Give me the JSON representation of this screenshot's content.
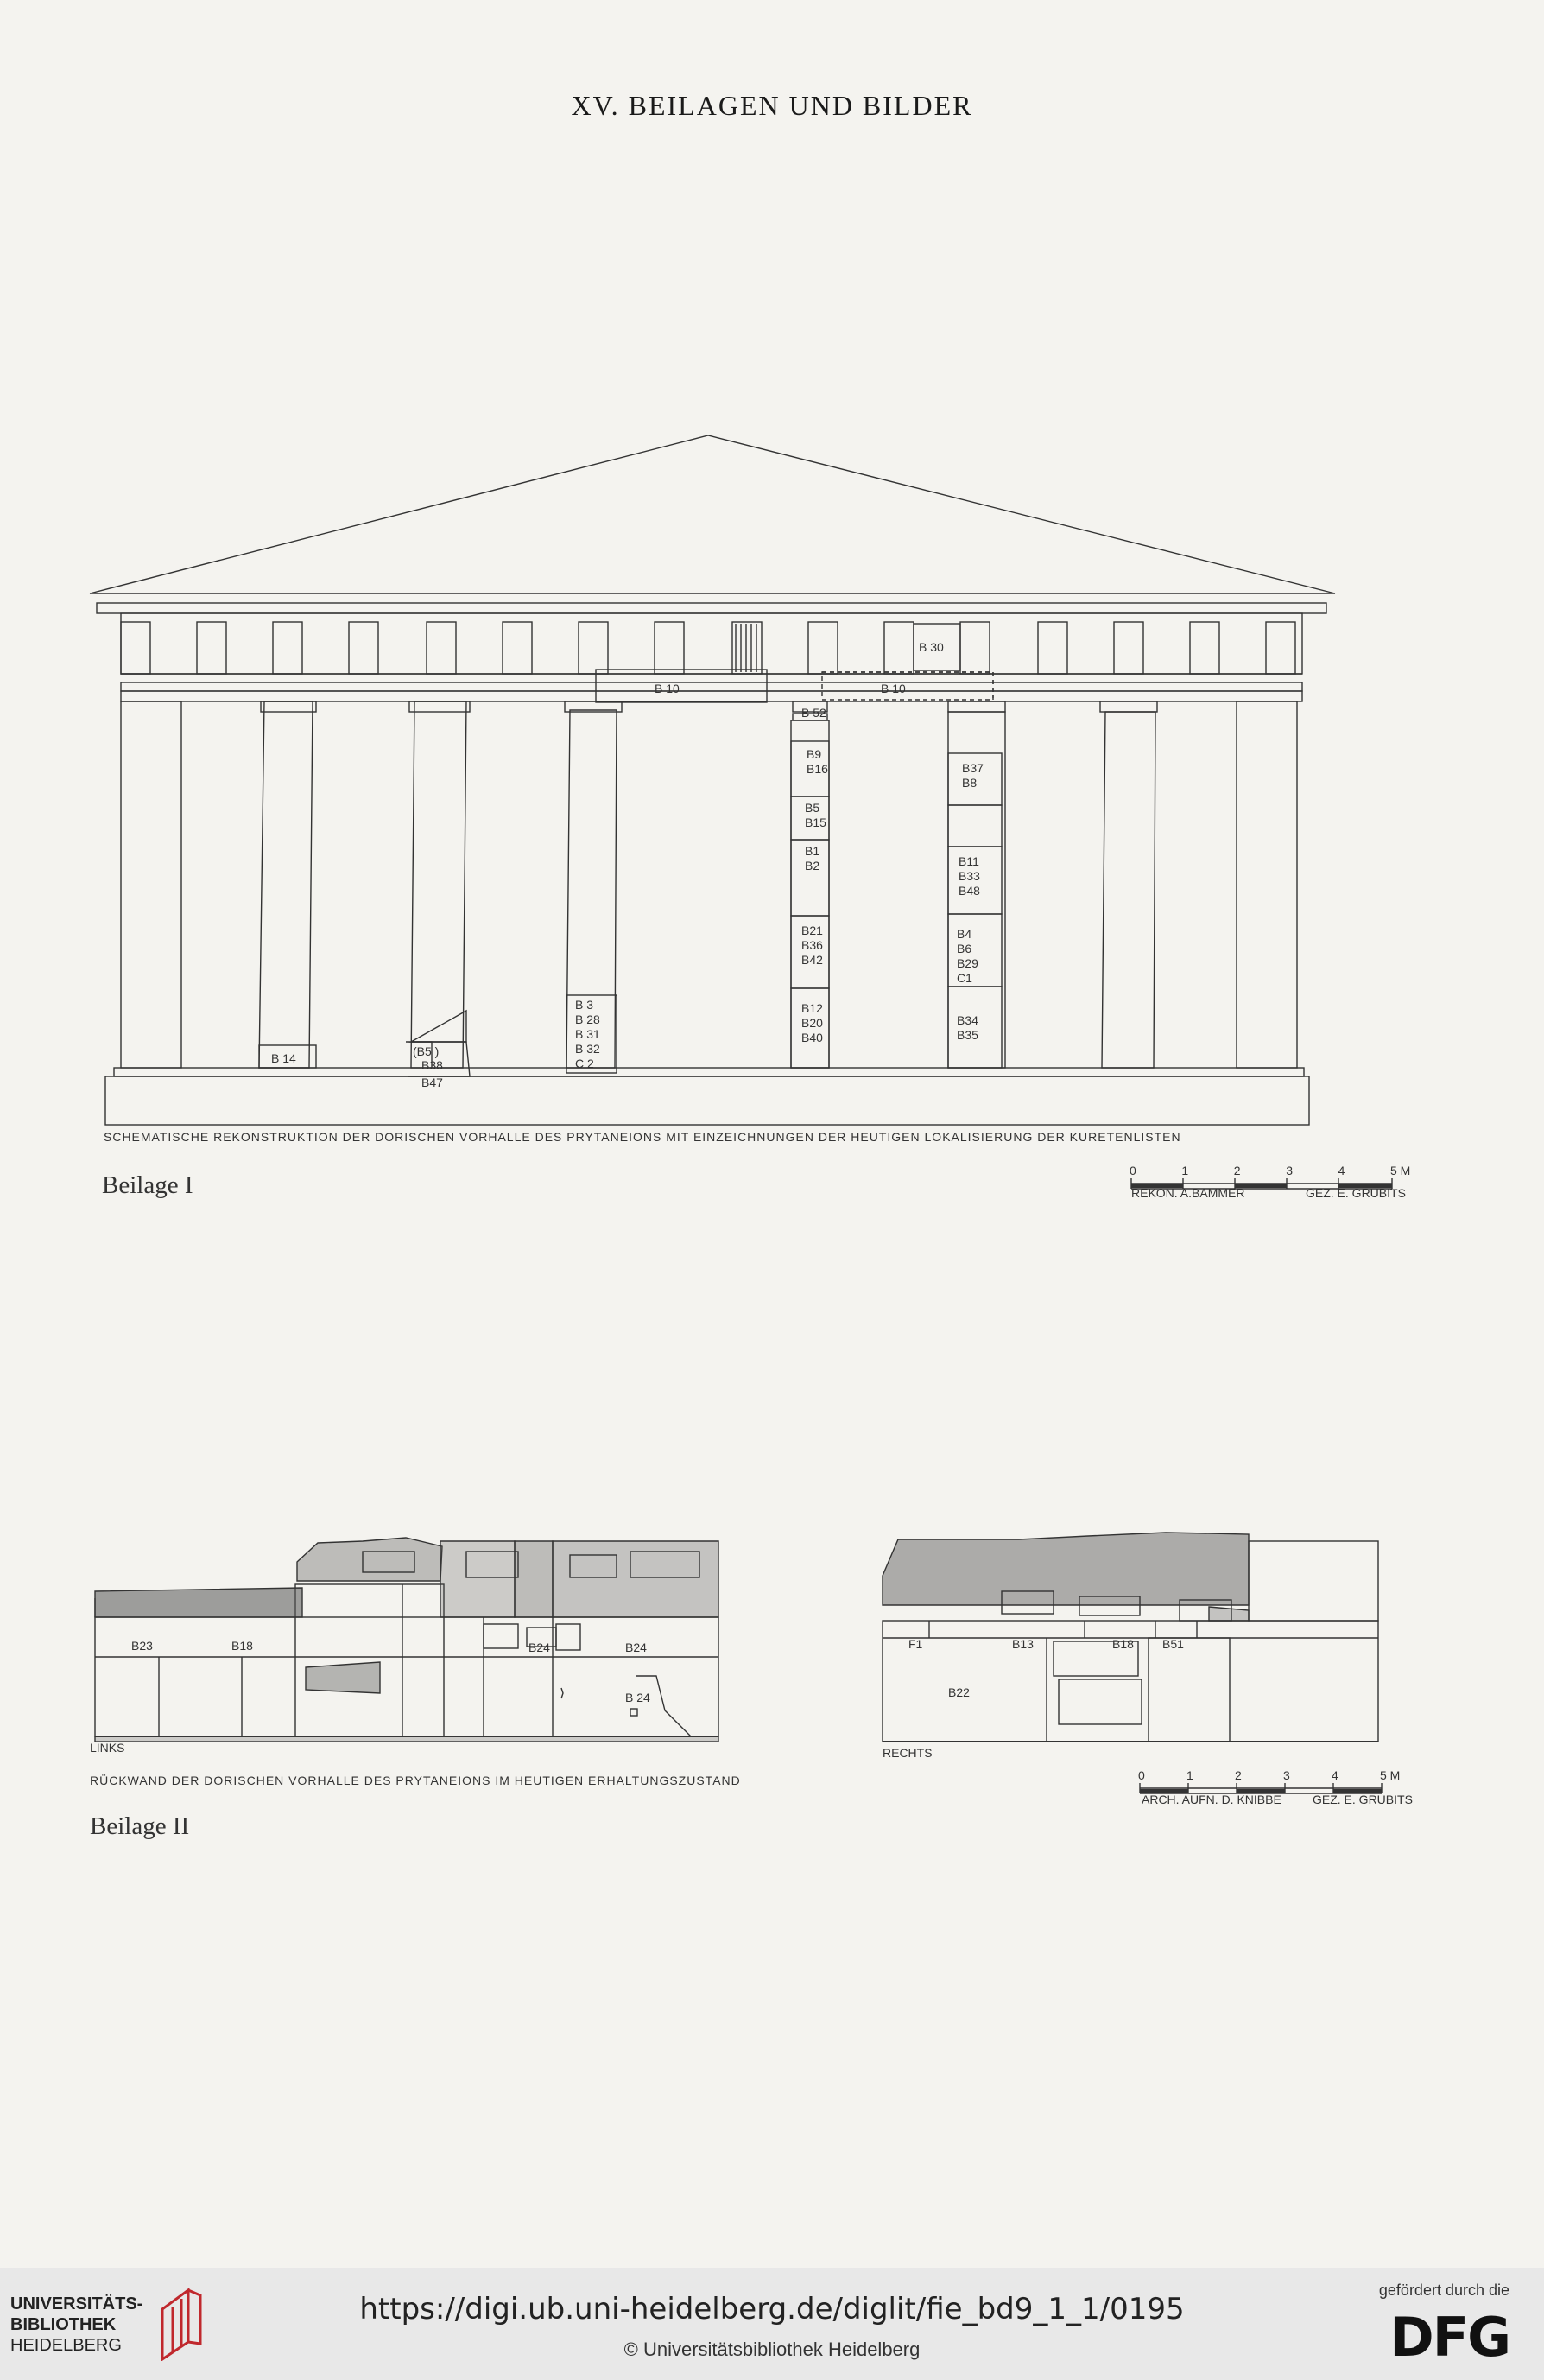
{
  "page": {
    "title": "XV. BEILAGEN UND BILDER"
  },
  "beilage1": {
    "label": "Beilage I",
    "caption": "SCHEMATISCHE  REKONSTRUKTION  DER  DORISCHEN  VORHALLE  DES  PRYTANEIONS  MIT  EINZEICHNUNGEN  DER  HEUTIGEN  LOKALISIERUNG  DER  KURETENLISTEN",
    "credit_left": "REKON. A.BAMMER",
    "credit_right": "GEZ. E. GRUBITS",
    "scale_ticks": [
      "0",
      "1",
      "2",
      "3",
      "4",
      "5 M"
    ],
    "blocks": {
      "b30": "B 30",
      "b10a": "B 10",
      "b10b": "B 10",
      "b52": "B 52",
      "col5_1": "B9\nB16",
      "col5_2": "B5\nB15",
      "col5_3": "B1\nB2",
      "col5_4": "B21\nB36\nB42",
      "col5_5": "B12\nB20\nB40",
      "col6_1": "B37\nB8",
      "col6_2": "B11\nB33\nB48",
      "col6_3": "B4\nB6\nB29\nC1",
      "col6_4": "B34\nB35",
      "col2": "B 14",
      "col3_a": "(B5 )",
      "col3_b": "B38",
      "col3_c": "B47",
      "col4": "B 3\nB 28\nB 31\nB 32\nC 2"
    }
  },
  "beilage2": {
    "label": "Beilage II",
    "caption": "RÜCKWAND  DER  DORISCHEN  VORHALLE  DES  PRYTANEIONS  IM  HEUTIGEN  ERHALTUNGSZUSTAND",
    "left_label": "LINKS",
    "right_label": "RECHTS",
    "credit_left": "ARCH. AUFN. D. KNIBBE",
    "credit_right": "GEZ. E. GRUBITS",
    "scale_ticks": [
      "0",
      "1",
      "2",
      "3",
      "4",
      "5 M"
    ],
    "left_blocks": [
      "B23",
      "B18",
      "B24",
      "B24",
      "B 24"
    ],
    "right_blocks": [
      "F1",
      "B13",
      "B18",
      "B51",
      "B22"
    ]
  },
  "footer": {
    "library_line1": "UNIVERSITÄTS-",
    "library_line2": "BIBLIOTHEK",
    "library_line3": "HEIDELBERG",
    "url": "https://digi.ub.uni-heidelberg.de/diglit/fie_bd9_1_1/0195",
    "copyright": "© Universitätsbibliothek Heidelberg",
    "funding_label": "gefördert durch die",
    "funder_logo": "DFG"
  }
}
